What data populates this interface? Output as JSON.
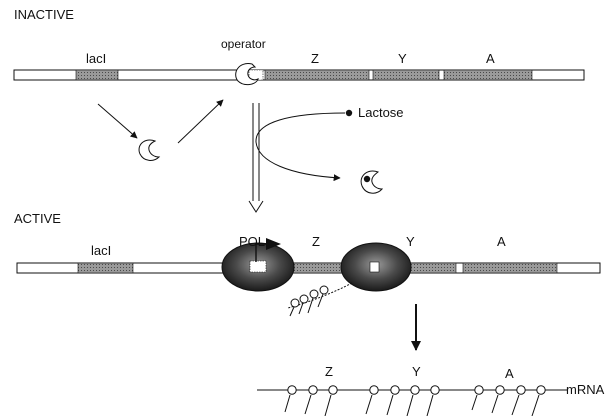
{
  "sections": {
    "inactive": "INACTIVE",
    "active": "ACTIVE"
  },
  "labels": {
    "laci_top": "lacI",
    "operator": "operator",
    "z_top": "Z",
    "y_top": "Y",
    "a_top": "A",
    "lactose": "Lactose",
    "laci_bottom": "lacI",
    "pol": "POL",
    "z_mid": "Z",
    "y_mid": "Y",
    "a_mid": "A",
    "z_mrna": "Z",
    "y_mrna": "Y",
    "a_mrna": "A",
    "mrna": "mRNA"
  },
  "colors": {
    "gene_fill": "#8a8a8a",
    "dna_fill": "#ffffff",
    "outline": "#111111",
    "polymerase": "#3a3a3a"
  }
}
